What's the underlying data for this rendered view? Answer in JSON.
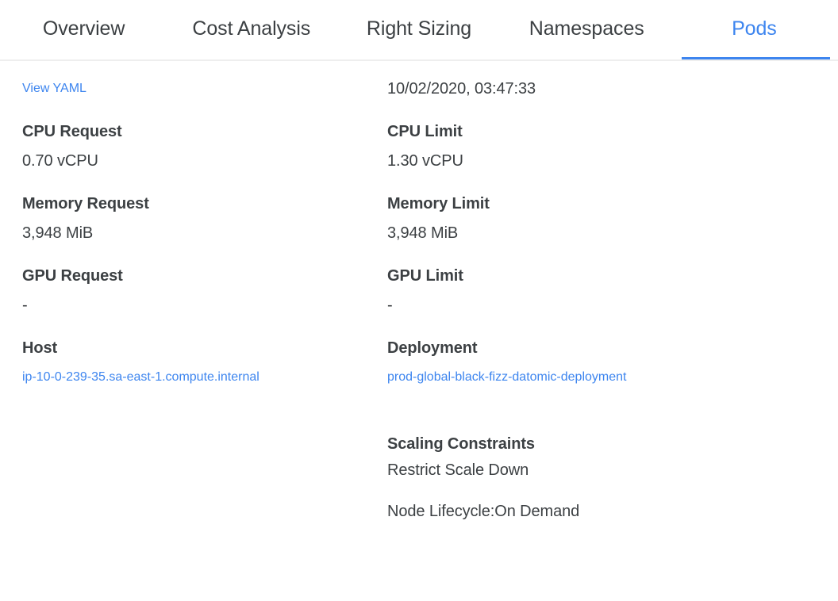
{
  "tabs": [
    {
      "label": "Overview",
      "active": false
    },
    {
      "label": "Cost Analysis",
      "active": false
    },
    {
      "label": "Right Sizing",
      "active": false
    },
    {
      "label": "Namespaces",
      "active": false
    },
    {
      "label": "Pods",
      "active": true
    }
  ],
  "colors": {
    "accent": "#3d85ef",
    "link": "#3d85ef",
    "text": "#3c4043",
    "divider": "#eeeeee",
    "background": "#ffffff"
  },
  "left_column": {
    "view_yaml_link": "View YAML",
    "fields": [
      {
        "label": "CPU Request",
        "value": "0.70 vCPU"
      },
      {
        "label": "Memory Request",
        "value": "3,948 MiB"
      },
      {
        "label": "GPU Request",
        "value": "-"
      },
      {
        "label": "Host",
        "value": "ip-10-0-239-35.sa-east-1.compute.internal"
      }
    ]
  },
  "right_column": {
    "timestamp": "10/02/2020, 03:47:33",
    "fields": [
      {
        "label": "CPU Limit",
        "value": "1.30 vCPU"
      },
      {
        "label": "Memory Limit",
        "value": "3,948 MiB"
      },
      {
        "label": "GPU Limit",
        "value": "-"
      },
      {
        "label": "Deployment",
        "value": "prod-global-black-fizz-datomic-deployment"
      }
    ],
    "scaling_constraints": {
      "heading": "Scaling Constraints",
      "items": [
        "Restrict Scale Down",
        "Node Lifecycle:On Demand"
      ]
    }
  }
}
